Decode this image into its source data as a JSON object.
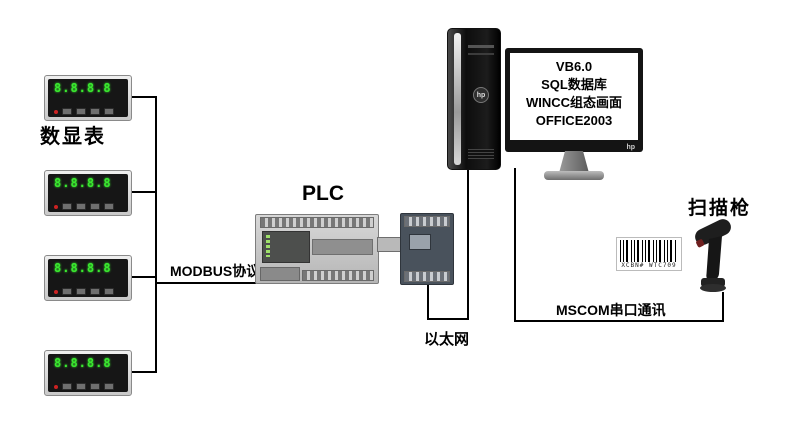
{
  "diagram": {
    "meters": {
      "label": "数显表",
      "display_value": "8.8.8.8"
    },
    "plc": {
      "label": "PLC"
    },
    "links": {
      "modbus": "MODBUS协议",
      "ethernet": "以太网",
      "mscom": "MSCOM串口通讯"
    },
    "computer": {
      "tower_logo": "hp",
      "monitor_logo": "hp",
      "screen_lines": [
        "VB6.0",
        "SQL数据库",
        "WINCC组态画面",
        "OFFICE2003"
      ]
    },
    "scanner": {
      "label": "扫描枪",
      "barcode_text": "XCBN# WTC709"
    }
  }
}
